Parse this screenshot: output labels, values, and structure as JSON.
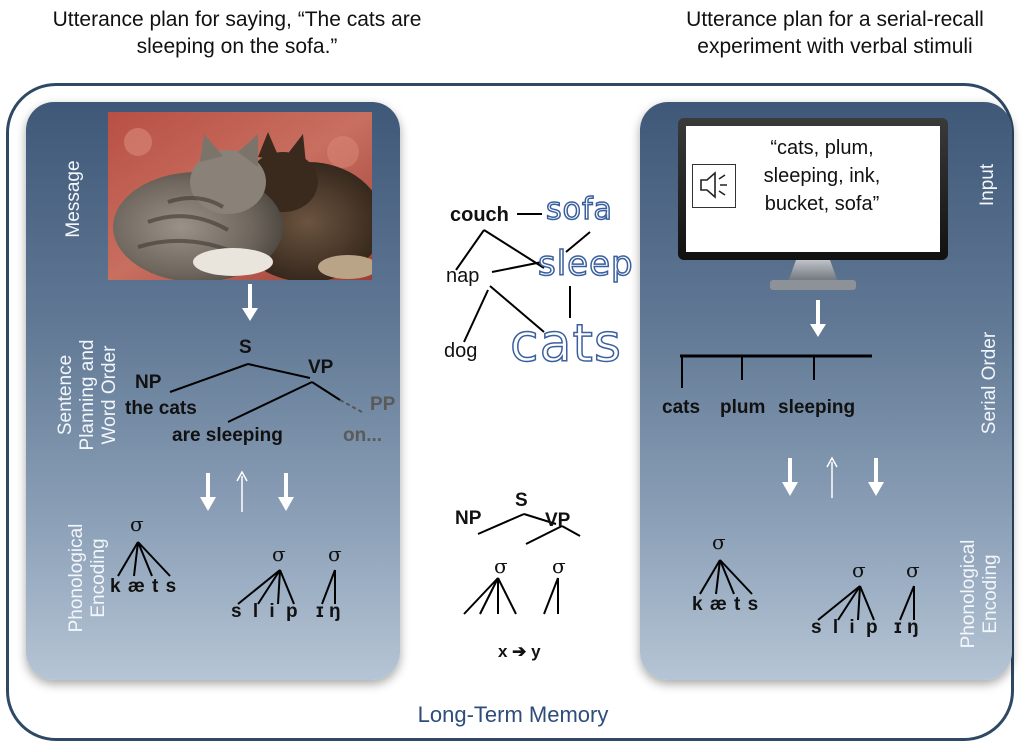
{
  "titles": {
    "left": "Utterance plan for saying, “The cats are sleeping on the sofa.”",
    "right": "Utterance plan for a serial-recall experiment with verbal stimuli"
  },
  "left_panel": {
    "labels": {
      "message": "Message",
      "sentence_planning": "Sentence\nPlanning and\nWord Order",
      "phonological": "Phonological\nEncoding"
    },
    "tree": {
      "s": "S",
      "np": "NP",
      "vp": "VP",
      "pp": "PP",
      "np_text": "the cats",
      "vp_text": "are sleeping",
      "pp_text": "on..."
    },
    "phon": {
      "sigma": "σ",
      "cats": "k æ t s",
      "sleeping1": "s l i p",
      "sleeping2": "ɪ ŋ"
    }
  },
  "network": {
    "words": {
      "couch": "couch",
      "sofa": "sofa",
      "nap": "nap",
      "sleep": "sleep",
      "dog": "dog",
      "cats": "cats"
    }
  },
  "center_tree": {
    "s": "S",
    "np": "NP",
    "vp": "VP",
    "sigma": "σ",
    "rule": "x ➔ y"
  },
  "right_panel": {
    "labels": {
      "input": "Input",
      "serial_order": "Serial Order",
      "phonological": "Phonological\nEncoding"
    },
    "screen_text": "“cats, plum, sleeping, ink, bucket, sofa”",
    "serial_words": [
      "cats",
      "plum",
      "sleeping"
    ],
    "phon": {
      "sigma": "σ",
      "cats": "k æ t s",
      "sleeping1": "s l i p",
      "sleeping2": "ɪ ŋ"
    }
  },
  "ltm_label": "Long-Term Memory",
  "colors": {
    "frame": "#2f4964",
    "panel_top": "#3f5878",
    "panel_bottom": "#b6c5d5",
    "ltm_text": "#2e4d7a",
    "outline_word": "#3a5f9e"
  }
}
